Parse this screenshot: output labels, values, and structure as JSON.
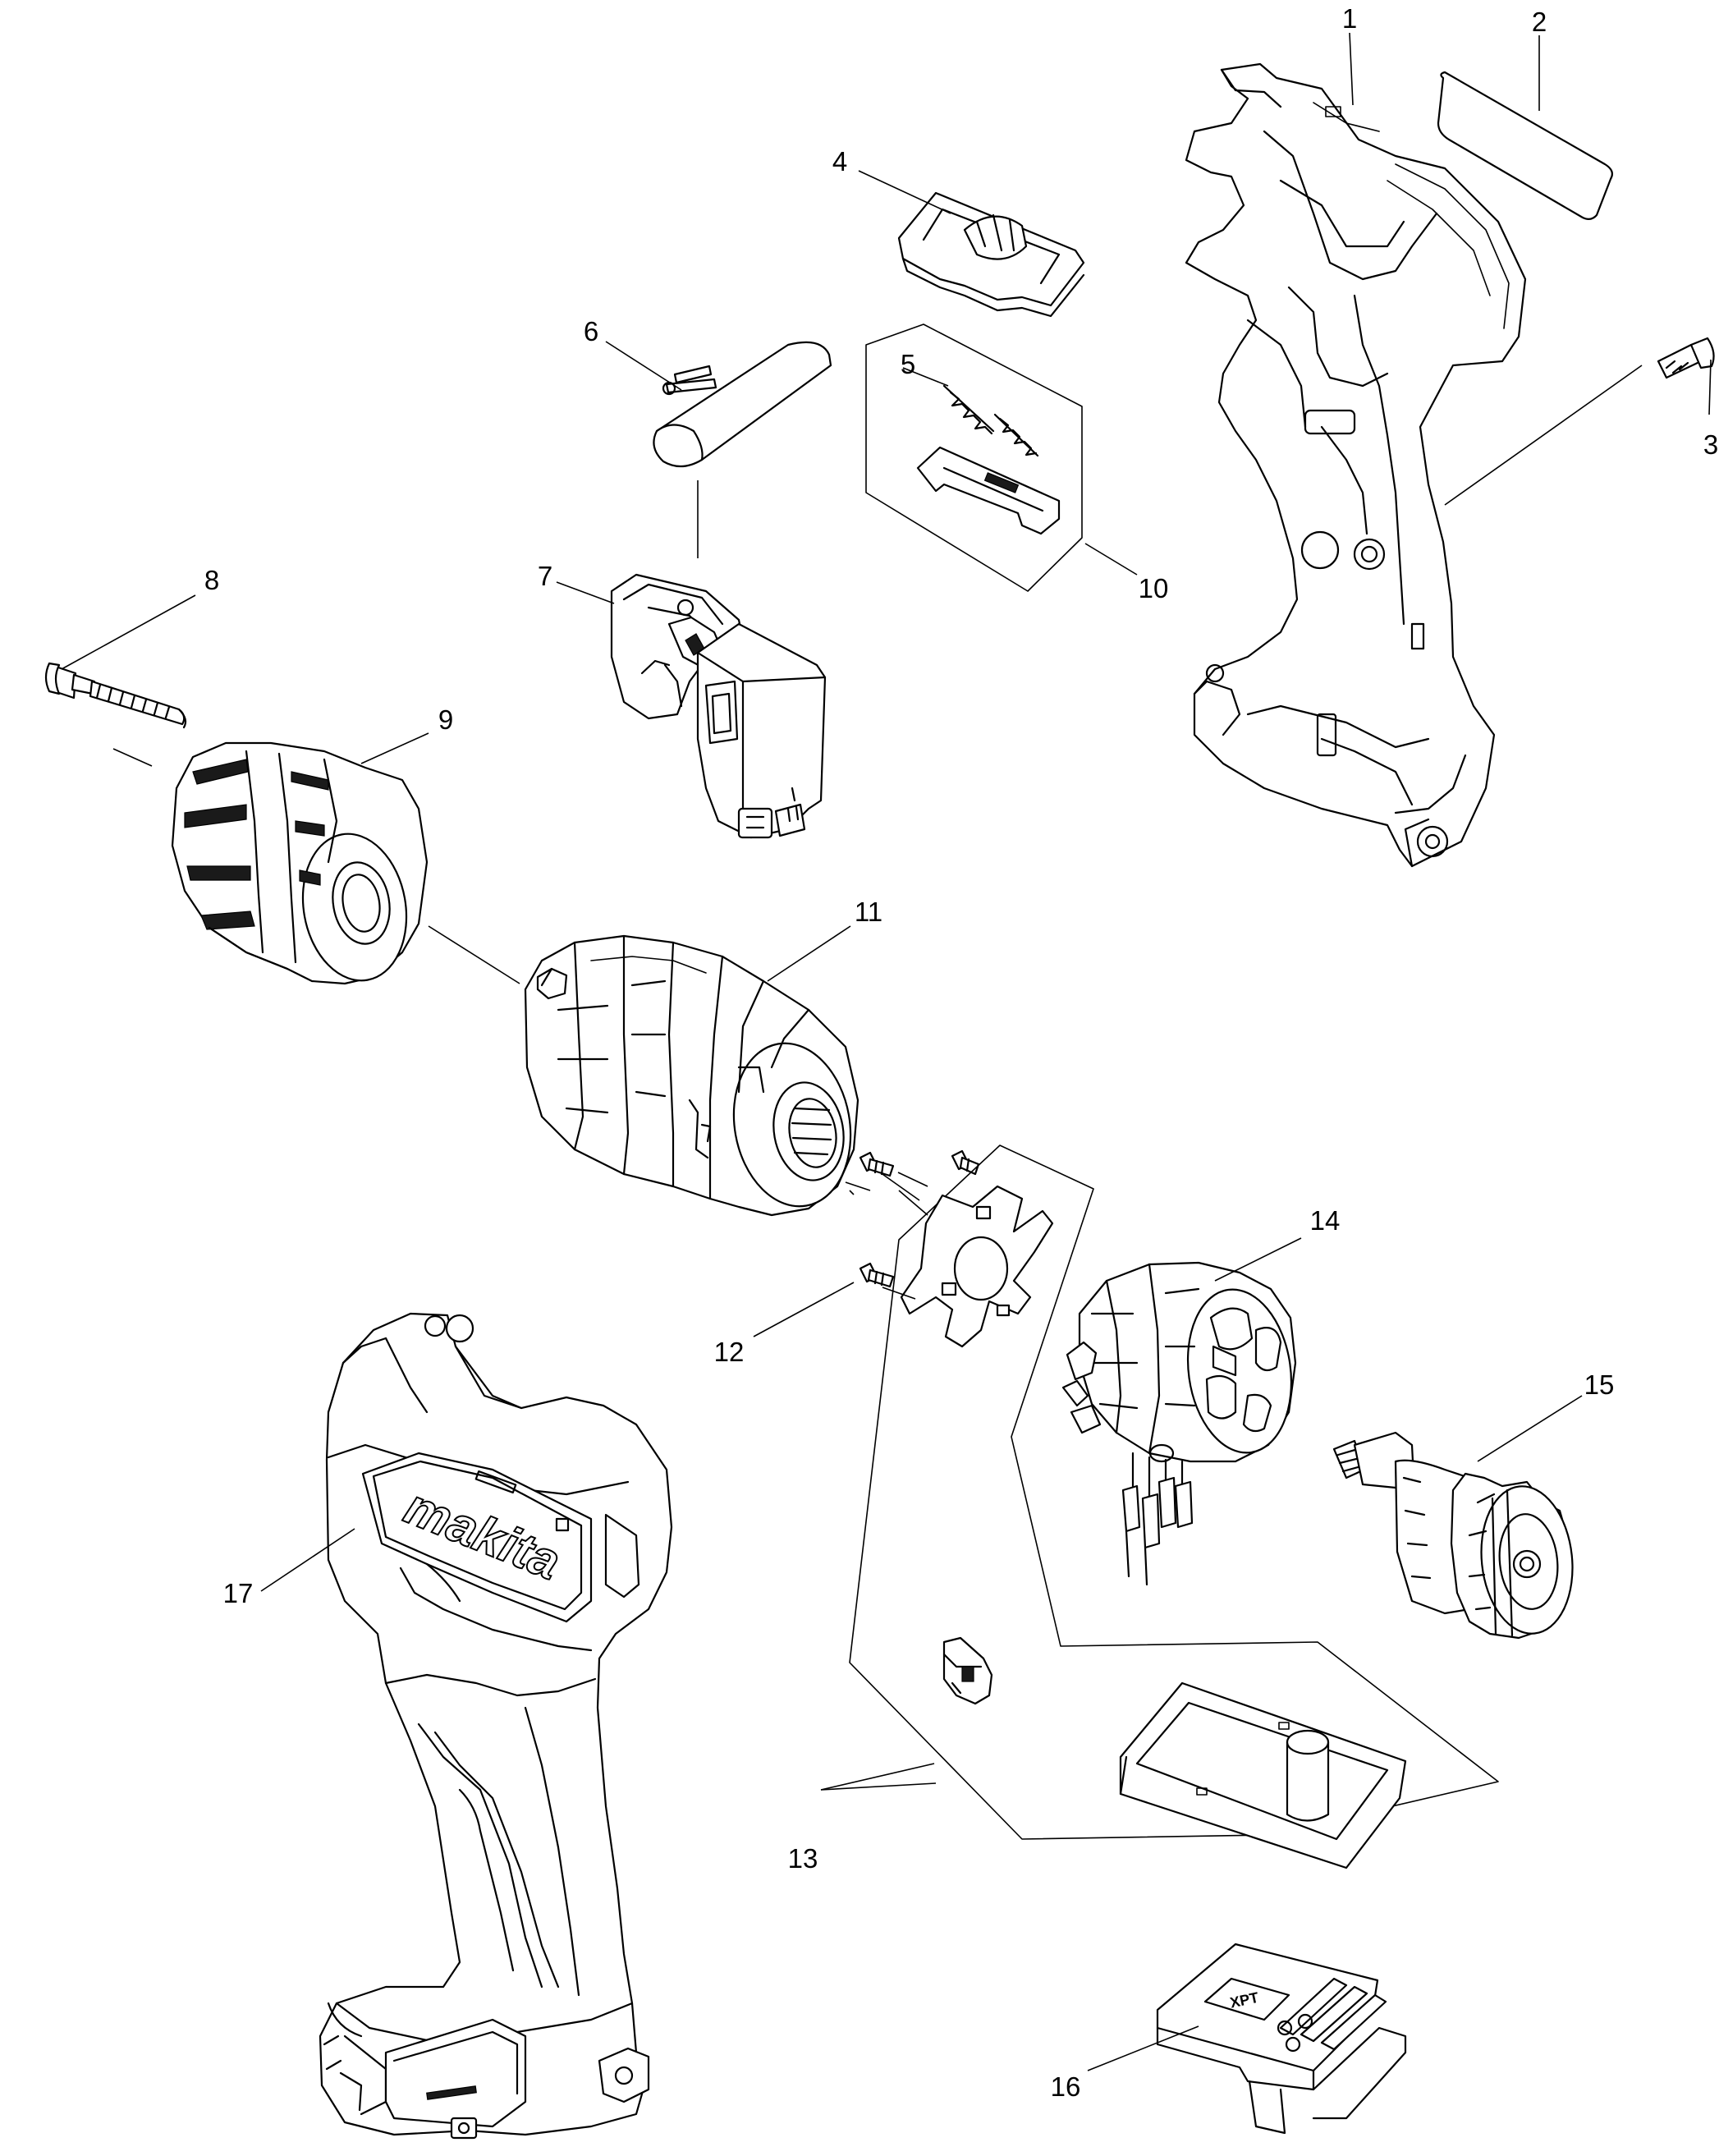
{
  "diagram": {
    "parts": [
      {
        "number": "1",
        "icon": "rear-housing-half-icon"
      },
      {
        "number": "2",
        "icon": "name-plate-label-icon"
      },
      {
        "number": "3",
        "icon": "tapping-screw-icon"
      },
      {
        "number": "4",
        "icon": "reversing-change-lever-icon"
      },
      {
        "number": "5",
        "icon": "compression-springs-icon"
      },
      {
        "number": "6",
        "icon": "switch-lever-icon"
      },
      {
        "number": "7",
        "icon": "trigger-switch-icon"
      },
      {
        "number": "8",
        "icon": "chuck-screw-icon"
      },
      {
        "number": "9",
        "icon": "keyless-chuck-icon"
      },
      {
        "number": "10",
        "icon": "lever-set-group-icon"
      },
      {
        "number": "11",
        "icon": "gear-assembly-icon"
      },
      {
        "number": "12",
        "icon": "pan-head-screws-icon"
      },
      {
        "number": "13",
        "icon": "controller-group-icon"
      },
      {
        "number": "14",
        "icon": "stator-icon"
      },
      {
        "number": "15",
        "icon": "rotor-armature-icon"
      },
      {
        "number": "16",
        "icon": "controller-board-icon"
      },
      {
        "number": "17",
        "icon": "front-housing-set-icon"
      }
    ],
    "logo_text": "makita",
    "badge_text": "XPT"
  }
}
